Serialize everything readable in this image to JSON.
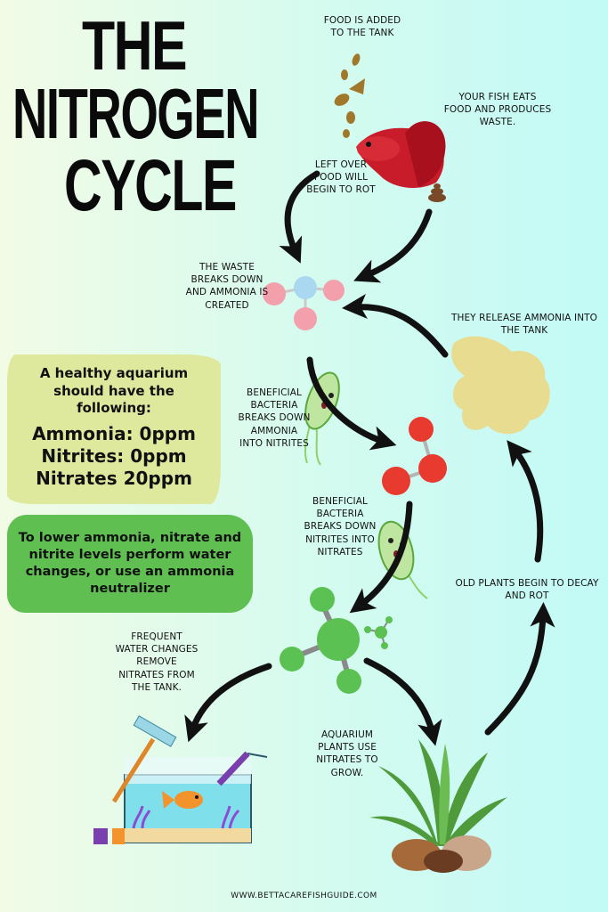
{
  "title": {
    "line1": "THE",
    "line2": "NITROGEN",
    "line3": "CYCLE"
  },
  "captions": {
    "food_added": "FOOD IS ADDED\nTO THE TANK",
    "fish_eats": "YOUR FISH EATS\nFOOD AND PRODUCES\nWASTE.",
    "leftover_food": "LEFT OVER\nFOOD WILL\nBEGIN TO ROT",
    "waste_breaks_down": "THE WASTE\nBREAKS DOWN\nAND AMMONIA IS\nCREATED",
    "release_ammonia": "THEY RELEASE AMMONIA INTO\nTHE TANK",
    "bacteria_nitrites": "BENEFICIAL\nBACTERIA\nBREAKS DOWN\nAMMONIA\nINTO NITRITES",
    "bacteria_nitrates": "BENEFICIAL\nBACTERIA\nBREAKS DOWN\nNITRITES INTO\nNITRATES",
    "old_plants": "OLD PLANTS BEGIN TO DECAY\nAND ROT",
    "water_changes": "FREQUENT\nWATER CHANGES\nREMOVE\nNITRATES FROM\nTHE TANK.",
    "plants_use": "AQUARIUM\nPLANTS USE\nNITRATES TO\nGROW."
  },
  "levels": {
    "lead": "A healthy aquarium should have the following:",
    "ammonia": "Ammonia: 0ppm",
    "nitrites": "Nitrites: 0ppm",
    "nitrates": "Nitrates 20ppm"
  },
  "tip": "To lower ammonia, nitrate and nitrite levels perform water changes, or use an ammonia neutralizer",
  "website": "WWW.BETTACAREFISHGUIDE.COM",
  "colors": {
    "levels_box": "#dfe99d",
    "tip_box": "#5fbf50",
    "nitrite_red": "#e83a2e",
    "nitrate_green": "#5bc152",
    "ammonia_pink": "#f4a0ac"
  }
}
